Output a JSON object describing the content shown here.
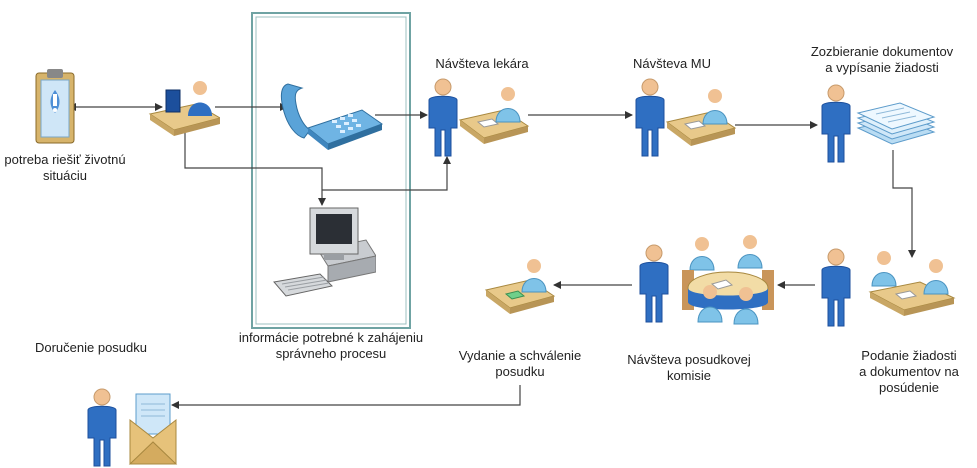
{
  "labels": {
    "situation": "potreba riešiť životnú\nsituáciu",
    "information": "informácie potrebné k zahájeniu\nsprávneho procesu",
    "doctor": "Návšteva lekára",
    "mu": "Návšteva MU",
    "collect": "Zozbieranie dokumentov\na vypísanie žiadosti",
    "submit": "Podanie žiadosti\na dokumentov na\nposúdenie",
    "commission": "Návšteva posudkovej\nkomisie",
    "issue": "Vydanie a schválenie\nposudku",
    "delivery": "Doručenie posudku"
  },
  "icons": {
    "clipboard": "clipboard-alert-icon",
    "desk_worker": "person-at-desk-icon",
    "phone": "telephone-icon",
    "computer": "desktop-computer-icon",
    "person": "standing-person-icon",
    "consultation": "consultation-desk-icon",
    "documents": "document-stack-icon",
    "meeting": "meeting-table-icon",
    "envelope": "open-envelope-icon"
  },
  "colors": {
    "figure_body": "#2f6fc2",
    "figure_head": "#f0c193",
    "desk": "#e8c98a",
    "box_border": "#6fa3a3",
    "line": "#444444"
  }
}
